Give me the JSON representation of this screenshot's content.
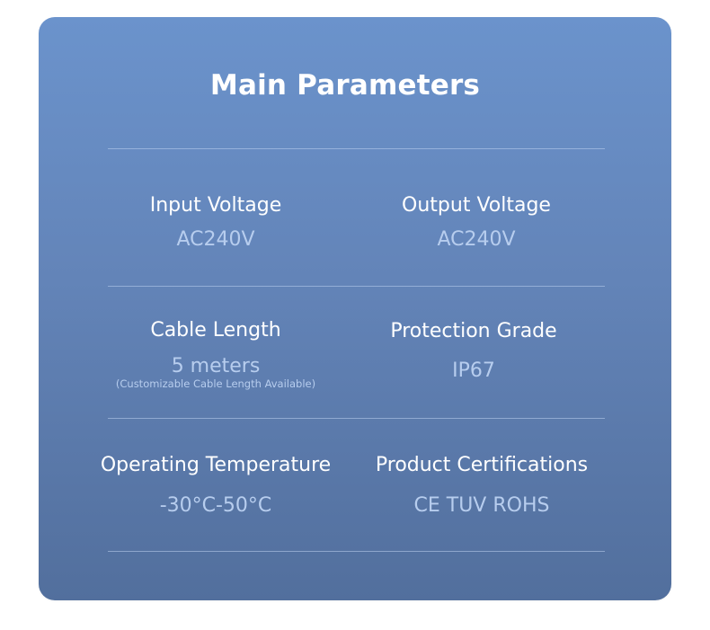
{
  "title": "Main Parameters",
  "params": {
    "input_voltage": {
      "label": "Input Voltage",
      "value": "AC240V"
    },
    "output_voltage": {
      "label": "Output Voltage",
      "value": "AC240V"
    },
    "cable_length": {
      "label": "Cable Length",
      "value": "5 meters",
      "note": "(Customizable Cable Length Available)"
    },
    "protection_grade": {
      "label": "Protection Grade",
      "value": "IP67"
    },
    "operating_temperature": {
      "label": "Operating Temperature",
      "value": "-30°C-50°C"
    },
    "product_certifications": {
      "label": "Product Certifications",
      "value": "CE TUV ROHS"
    }
  },
  "colors": {
    "card_top": "#6b93cc",
    "card_bottom": "#526f9d",
    "label": "#ffffff",
    "value": "#b7cdee",
    "divider": "#bed2f0"
  }
}
